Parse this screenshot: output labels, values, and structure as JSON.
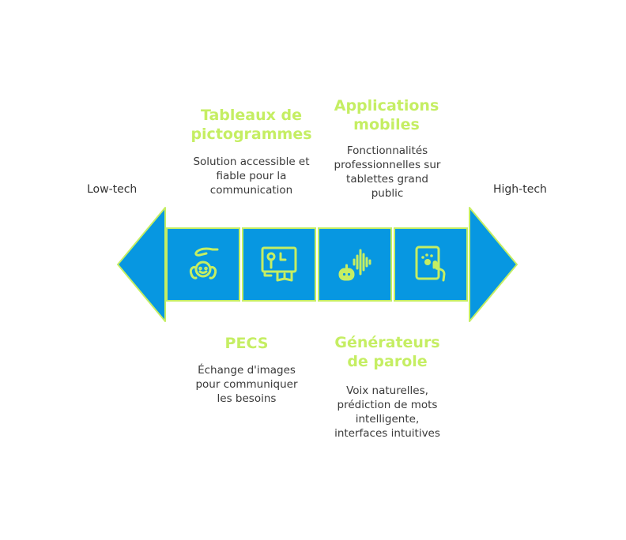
{
  "axis": {
    "low_label": "Low-tech",
    "high_label": "High-tech"
  },
  "colors": {
    "arrow_fill": "#0797e1",
    "accent": "#c5ee63",
    "text": "#3a3a3a"
  },
  "items": [
    {
      "title": "Tableaux de pictogrammes",
      "description": "Solution accessible et fiable pour la communication",
      "position": "above",
      "icon": "hand-child-icon"
    },
    {
      "title": "PECS",
      "description": "Échange d'images pour communiquer les besoins",
      "position": "below",
      "icon": "picture-board-icon"
    },
    {
      "title": "Applications mobiles",
      "description": "Fonctionnalités professionnelles sur tablettes grand public",
      "position": "above",
      "icon": "robot-voice-icon"
    },
    {
      "title": "Générateurs de parole",
      "description": "Voix naturelles, prédiction de mots intelligente, interfaces intuitives",
      "position": "below",
      "icon": "tablet-touch-icon"
    }
  ]
}
